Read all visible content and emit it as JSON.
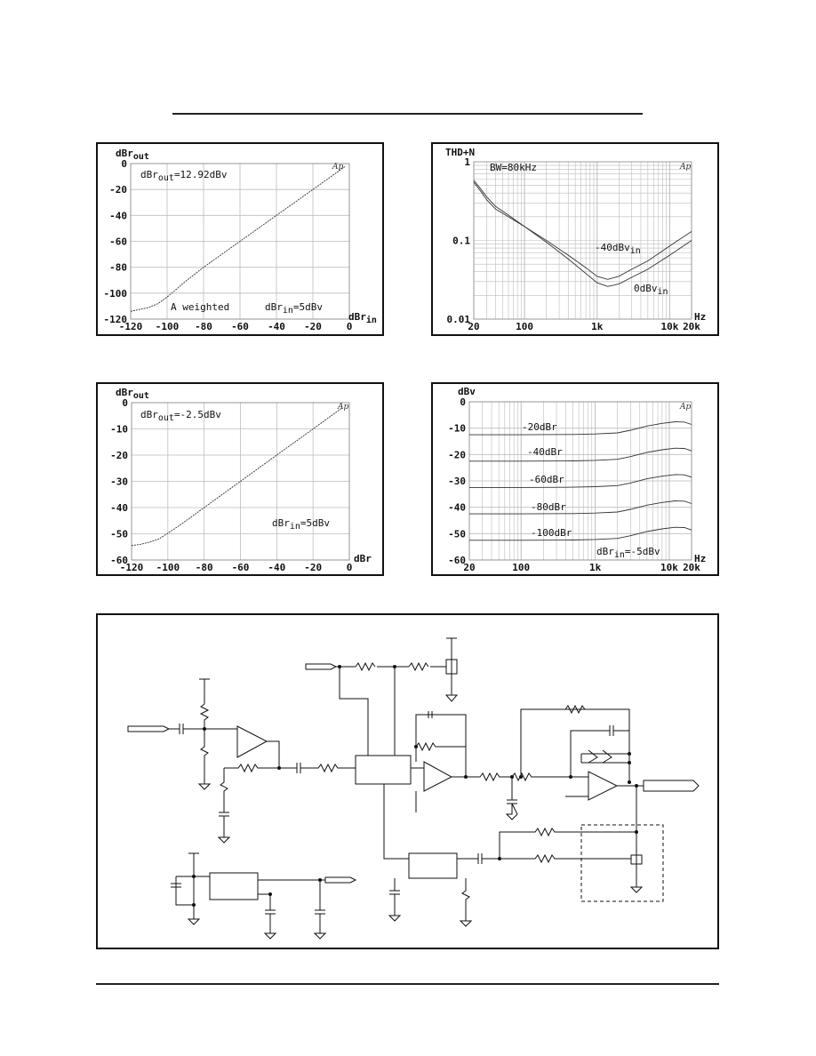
{
  "chart_data": [
    {
      "type": "line",
      "id": "c1",
      "ylabel": "dBr",
      "ylabel_sub": "out",
      "xlabel": "dBr",
      "xlabel_sub": "in",
      "xlim": [
        -120,
        0
      ],
      "ylim": [
        -120,
        0
      ],
      "x_ticks": [
        -120,
        -100,
        -80,
        -60,
        -40,
        -20,
        0
      ],
      "y_ticks": [
        0,
        -20,
        -40,
        -60,
        -80,
        -100,
        -120
      ],
      "grid": true,
      "annotations": [
        {
          "text": "dBr",
          "sub": "out",
          "rest": "=12.92dBv"
        },
        {
          "text": "A weighted"
        },
        {
          "text": "dBr",
          "sub": "in",
          "rest": "=5dBv"
        }
      ],
      "series": [
        {
          "x": [
            -120,
            -110,
            -105,
            -100,
            -95,
            -90,
            -80,
            -60,
            -40,
            -20,
            -10,
            -2
          ],
          "y": [
            -114,
            -111,
            -108,
            -103,
            -97,
            -91,
            -80,
            -60,
            -40,
            -20,
            -10,
            -2
          ]
        }
      ]
    },
    {
      "type": "line",
      "id": "c2",
      "ylabel": "THD+N",
      "xlabel": "Hz",
      "xscale": "log",
      "yscale": "log",
      "xlim": [
        20,
        20000
      ],
      "ylim": [
        0.01,
        1
      ],
      "x_ticks": [
        "20",
        "100",
        "1k",
        "10k",
        "20k"
      ],
      "y_ticks": [
        "1",
        "0.1",
        "0.01"
      ],
      "grid": true,
      "annotations": [
        {
          "text": "BW=80kHz"
        },
        {
          "text": "-40dBv",
          "sub": "in"
        },
        {
          "text": "0dBv",
          "sub": "in"
        }
      ],
      "series": [
        {
          "x": [
            20,
            25,
            30,
            40,
            60,
            100,
            200,
            400,
            700,
            1000,
            1400,
            2000,
            3000,
            5000,
            10000,
            20000
          ],
          "y": [
            0.55,
            0.42,
            0.33,
            0.25,
            0.2,
            0.15,
            0.1,
            0.065,
            0.045,
            0.035,
            0.032,
            0.035,
            0.043,
            0.055,
            0.085,
            0.13
          ]
        },
        {
          "x": [
            20,
            25,
            30,
            40,
            60,
            100,
            200,
            400,
            700,
            1000,
            1400,
            2000,
            3000,
            5000,
            10000,
            20000
          ],
          "y": [
            0.58,
            0.45,
            0.36,
            0.27,
            0.21,
            0.15,
            0.095,
            0.058,
            0.038,
            0.029,
            0.026,
            0.028,
            0.034,
            0.043,
            0.065,
            0.1
          ]
        }
      ]
    },
    {
      "type": "line",
      "id": "c3",
      "ylabel": "dBr",
      "ylabel_sub": "out",
      "xlabel": "dBr",
      "xlim": [
        -120,
        0
      ],
      "ylim": [
        -60,
        0
      ],
      "x_ticks": [
        -120,
        -100,
        -80,
        -60,
        -40,
        -20,
        0
      ],
      "y_ticks": [
        0,
        -10,
        -20,
        -30,
        -40,
        -50,
        -60
      ],
      "grid": true,
      "annotations": [
        {
          "text": "dBr",
          "sub": "out",
          "rest": "=-2.5dBv"
        },
        {
          "text": "dBr",
          "sub": "in",
          "rest": "=5dBv"
        }
      ],
      "series": [
        {
          "x": [
            -120,
            -115,
            -110,
            -105,
            -100,
            -95,
            -90,
            -80,
            -60,
            -40,
            -20,
            -10,
            -4
          ],
          "y": [
            -54.5,
            -54,
            -53.2,
            -52,
            -49.8,
            -47.5,
            -45,
            -40,
            -30,
            -20,
            -10,
            -5,
            -2
          ]
        }
      ]
    },
    {
      "type": "line",
      "id": "c4",
      "ylabel": "dBv",
      "xlabel": "Hz",
      "xscale": "log",
      "xlim": [
        20,
        20000
      ],
      "ylim": [
        -60,
        0
      ],
      "x_ticks": [
        "20",
        "100",
        "1k",
        "10k",
        "20k"
      ],
      "y_ticks": [
        0,
        -10,
        -20,
        -30,
        -40,
        -50,
        -60
      ],
      "grid": true,
      "annotations": [
        {
          "text": "-20dBr"
        },
        {
          "text": "-40dBr"
        },
        {
          "text": "-60dBr"
        },
        {
          "text": "-80dBr"
        },
        {
          "text": "-100dBr"
        },
        {
          "text": "dBr",
          "sub": "in",
          "rest": "=-5dBv"
        }
      ],
      "series": [
        {
          "x": [
            20,
            100,
            500,
            1000,
            2000,
            3000,
            5000,
            8000,
            12000,
            16000,
            20000
          ],
          "y": [
            -12.5,
            -12.5,
            -12.4,
            -12.2,
            -11.8,
            -10.8,
            -9.2,
            -8.2,
            -7.6,
            -7.7,
            -8.6
          ]
        },
        {
          "x": [
            20,
            100,
            500,
            1000,
            2000,
            3000,
            5000,
            8000,
            12000,
            16000,
            20000
          ],
          "y": [
            -22.5,
            -22.5,
            -22.4,
            -22.2,
            -21.8,
            -20.8,
            -19.2,
            -18.2,
            -17.6,
            -17.7,
            -18.6
          ]
        },
        {
          "x": [
            20,
            100,
            500,
            1000,
            2000,
            3000,
            5000,
            8000,
            12000,
            16000,
            20000
          ],
          "y": [
            -32.5,
            -32.5,
            -32.4,
            -32.2,
            -31.8,
            -30.8,
            -29.2,
            -28.2,
            -27.6,
            -27.7,
            -28.6
          ]
        },
        {
          "x": [
            20,
            100,
            500,
            1000,
            2000,
            3000,
            5000,
            8000,
            12000,
            16000,
            20000
          ],
          "y": [
            -42.5,
            -42.5,
            -42.4,
            -42.2,
            -41.8,
            -40.8,
            -39.2,
            -38.2,
            -37.6,
            -37.7,
            -38.6
          ]
        },
        {
          "x": [
            20,
            100,
            500,
            1000,
            2000,
            3000,
            5000,
            8000,
            12000,
            16000,
            20000
          ],
          "y": [
            -52.5,
            -52.5,
            -52.4,
            -52.2,
            -51.8,
            -50.8,
            -49.2,
            -48.2,
            -47.6,
            -47.7,
            -48.6
          ]
        }
      ]
    }
  ]
}
